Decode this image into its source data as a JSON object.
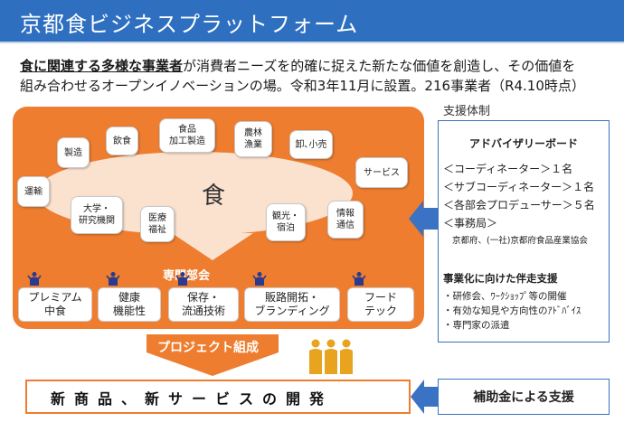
{
  "header": {
    "title": "京都食ビジネスプラットフォーム"
  },
  "intro": {
    "line1_emph1": "食に関連する",
    "line1_emph2": "多様な事業者",
    "line1_rest": "が消費者ニーズを的確に捉えた新たな価値を創造し、その価値を",
    "line2": "組み合わせるオープンイノベーションの場。令和3年11月に設置。216事業者（R4.10時点）"
  },
  "hub": {
    "center_label": "食"
  },
  "nodes": [
    {
      "id": "seizo",
      "label": "製造"
    },
    {
      "id": "inshoku",
      "label": "飲食"
    },
    {
      "id": "shokuhin",
      "label": "食品\n加工製造"
    },
    {
      "id": "norin",
      "label": "農林\n漁業"
    },
    {
      "id": "oroshi",
      "label": "卸､小売"
    },
    {
      "id": "service",
      "label": "サービス"
    },
    {
      "id": "unyu",
      "label": "運輸"
    },
    {
      "id": "daigaku",
      "label": "大学・\n研究機関"
    },
    {
      "id": "iryo",
      "label": "医療\n福祉"
    },
    {
      "id": "kanko",
      "label": "観光・\n宿泊"
    },
    {
      "id": "joho",
      "label": "情報\n通信"
    }
  ],
  "section": {
    "label": "専門部会"
  },
  "sections": [
    {
      "label": "プレミアム\n中食"
    },
    {
      "label": "健康\n機能性"
    },
    {
      "label": "保存・\n流通技術"
    },
    {
      "label": "販路開拓・\nブランディング"
    },
    {
      "label": "フード\nテック"
    }
  ],
  "project": {
    "label": "プロジェクト組成"
  },
  "result": {
    "label": "新商品、新サービスの開発"
  },
  "support": {
    "heading": "支援体制",
    "board_title": "アドバイザリーボード",
    "roles": [
      "＜コーディネーター＞１名",
      "＜サブコーディネーター＞１名",
      "＜各部会プロデューサー＞５名",
      "＜事務局＞"
    ],
    "secretariat": "京都府、(一社)京都府食品産業協会",
    "parallel_title": "事業化に向けた伴走支援",
    "parallel_items": [
      "・研修会、ﾜｰｸｼｮｯﾌﾟ等の開催",
      "・有効な知見や方向性のｱﾄﾞﾊﾞｲｽ",
      "・専門家の派遣"
    ]
  },
  "subsidy": {
    "label": "補助金による支援"
  },
  "colors": {
    "title_bar": "#2e6fc0",
    "panel": "#ee7d2f",
    "ellipse": "#fbe2cf",
    "arrow": "#3a72c4",
    "people": "#e8a31f",
    "person_icon": "#2b3a8c"
  }
}
